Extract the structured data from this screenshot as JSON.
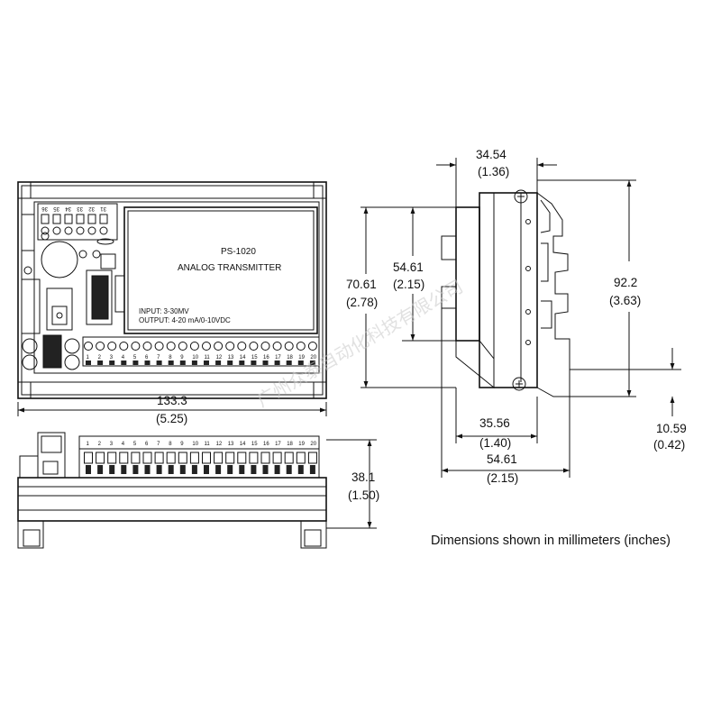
{
  "front_view": {
    "model": "PS-1020",
    "name": "ANALOG TRANSMITTER",
    "input_spec": "INPUT: 3-30MV",
    "output_spec": "OUTPUT: 4-20 mA/0-10VDC",
    "top_terminals": [
      "36",
      "35",
      "34",
      "33",
      "32",
      "31"
    ],
    "bottom_terminals": [
      "1",
      "2",
      "3",
      "4",
      "5",
      "6",
      "7",
      "8",
      "9",
      "10",
      "11",
      "12",
      "13",
      "14",
      "15",
      "16",
      "17",
      "18",
      "19",
      "20"
    ]
  },
  "top_view": {
    "terminals": [
      "1",
      "2",
      "3",
      "4",
      "5",
      "6",
      "7",
      "8",
      "9",
      "10",
      "11",
      "12",
      "13",
      "14",
      "15",
      "16",
      "17",
      "18",
      "19",
      "20"
    ]
  },
  "dimensions": {
    "width_mm": "133.3",
    "width_in": "(5.25)",
    "depth_mm": "38.1",
    "depth_in": "(1.50)",
    "flange_mm": "34.54",
    "flange_in": "(1.36)",
    "height_mm": "70.61",
    "height_in": "(2.78)",
    "inner_height_mm": "54.61",
    "inner_height_in": "(2.15)",
    "total_height_mm": "92.2",
    "total_height_in": "(3.63)",
    "rail_width_mm": "35.56",
    "rail_width_in": "(1.40)",
    "rail_offset_mm": "10.59",
    "rail_offset_in": "(0.42)",
    "side_width_mm": "54.61",
    "side_width_in": "(2.15)"
  },
  "caption": "Dimensions shown in millimeters (inches)",
  "watermark": "广州众泰自动化科技有限公司"
}
